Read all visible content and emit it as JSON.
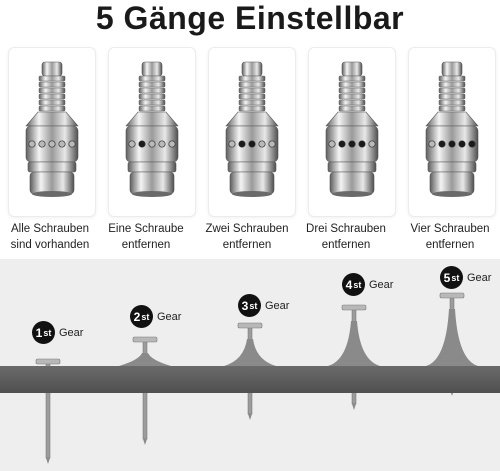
{
  "title": "5 Gänge Einstellbar",
  "panels": [
    {
      "caption_line1": "Alle Schrauben",
      "caption_line2": "sind vorhanden"
    },
    {
      "caption_line1": "Eine Schraube",
      "caption_line2": "entfernen"
    },
    {
      "caption_line1": "Zwei Schrauben",
      "caption_line2": "entfernen"
    },
    {
      "caption_line1": "Drei Schrauben",
      "caption_line2": "entfernen"
    },
    {
      "caption_line1": "Vier Schrauben",
      "caption_line2": "entfernen"
    }
  ],
  "gears": [
    {
      "number": "1",
      "ordinal": "st",
      "word": "Gear"
    },
    {
      "number": "2",
      "ordinal": "st",
      "word": "Gear"
    },
    {
      "number": "3",
      "ordinal": "st",
      "word": "Gear"
    },
    {
      "number": "4",
      "ordinal": "st",
      "word": "Gear"
    },
    {
      "number": "5",
      "ordinal": "st",
      "word": "Gear"
    }
  ],
  "colors": {
    "metal_light": "#e6e6e6",
    "metal_dark": "#7a7a7a",
    "board": "#5a5a5a",
    "badge": "#111111"
  }
}
